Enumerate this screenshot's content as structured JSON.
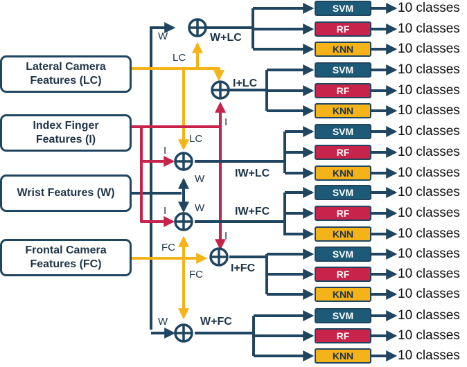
{
  "features": {
    "lc": {
      "line1": "Lateral Camera",
      "line2": "Features (LC)"
    },
    "i": {
      "line1": "Index Finger",
      "line2": "Features (I)"
    },
    "w": {
      "line1": "Wrist Features (W)"
    },
    "fc": {
      "line1": "Frontal Camera",
      "line2": "Features (FC)"
    }
  },
  "combinations": [
    "W+LC",
    "I+LC",
    "IW+LC",
    "IW+FC",
    "I+FC",
    "W+FC"
  ],
  "classifiers": [
    "SVM",
    "RF",
    "KNN"
  ],
  "output_label": "10 classes",
  "input_labels": {
    "w": "W",
    "lc": "LC",
    "i": "I",
    "fc": "FC"
  },
  "colors": {
    "navy": "#1f4560",
    "yellow": "#f4b318",
    "crimson": "#c8234b",
    "svm": "#1d5a78",
    "rf": "#c8234b",
    "knn": "#f4b318"
  }
}
